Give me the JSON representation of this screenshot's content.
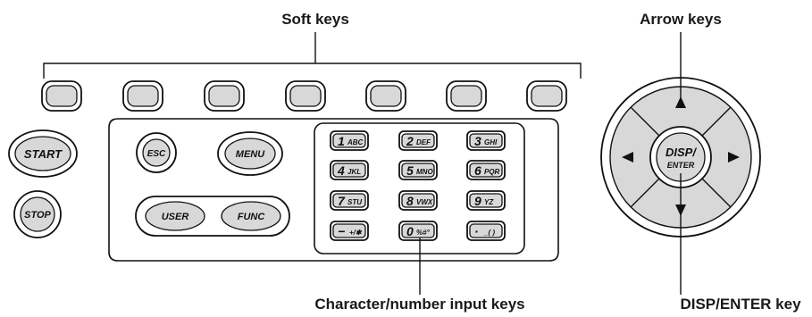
{
  "callouts": {
    "soft_keys": "Soft keys",
    "arrow_keys": "Arrow keys",
    "char_keys": "Character/number input keys",
    "disp_enter_key": "DISP/ENTER key"
  },
  "side_keys": {
    "start": "START",
    "stop": "STOP"
  },
  "control_keys": {
    "esc": "ESC",
    "menu": "MENU",
    "user": "USER",
    "func": "FUNC"
  },
  "numpad": [
    {
      "main": "1",
      "sub": "ABC"
    },
    {
      "main": "2",
      "sub": "DEF"
    },
    {
      "main": "3",
      "sub": "GHI"
    },
    {
      "main": "4",
      "sub": "JKL"
    },
    {
      "main": "5",
      "sub": "MNO"
    },
    {
      "main": "6",
      "sub": "PQR"
    },
    {
      "main": "7",
      "sub": "STU"
    },
    {
      "main": "8",
      "sub": "VWX"
    },
    {
      "main": "9",
      "sub": "YZ"
    },
    {
      "main": "−",
      "sub": "+/✱"
    },
    {
      "main": "0",
      "sub": "%#°"
    },
    {
      "main": "·",
      "sub": "_( )"
    }
  ],
  "dpad": {
    "center_line1": "DISP/",
    "center_line2": "ENTER"
  }
}
